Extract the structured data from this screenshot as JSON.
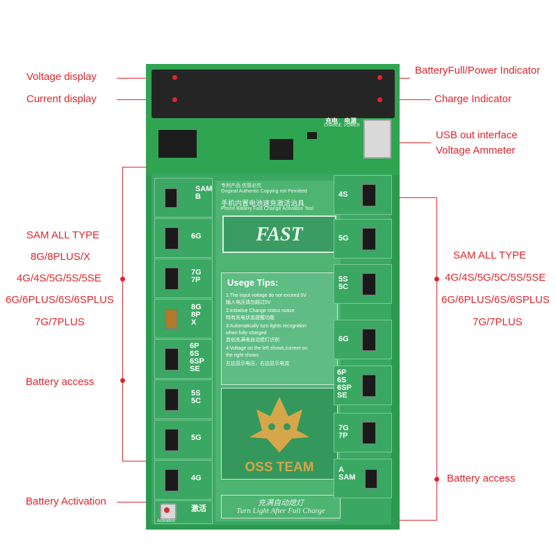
{
  "callouts": {
    "voltage_display": "Voltage display",
    "current_display": "Current display",
    "battery_full_power": "BatteryFull/Power Indicator",
    "charge_indicator": "Charge Indicator",
    "usb_out_line1": "USB out interface",
    "usb_out_line2": "Voltage Ammeter",
    "battery_activation": "Battery Activation",
    "battery_access_left": "Battery access",
    "battery_access_right": "Battery access"
  },
  "left_types": {
    "title": "SAM ALL TYPE",
    "lines": [
      "8G/8PLUS/X",
      "4G/4S/5G/5S/5SE",
      "6G/6PLUS/6S/6SPLUS",
      "7G/7PLUS"
    ]
  },
  "right_types": {
    "title": "SAM ALL TYPE",
    "lines": [
      "4G/4S/5G/5C/5S/5SE",
      "6G/6PLUS/6S/6SPLUS",
      "7G/7PLUS"
    ]
  },
  "board": {
    "header_cn": "专利产品 仿冒必究",
    "header_en": "Original Authentic Copying not Pemitted",
    "title_cn": "手机内置电池速充激活治具",
    "title_en": "Phone Battery Fast Change Activation Tool",
    "fast": "FAST",
    "charge_label": "充电",
    "power_label": "电源",
    "charge_en": "CHARGE",
    "power_en": "POWER",
    "tips_title": "Usege Tips:",
    "tips": [
      "1:The input voltage do not exceed 5V",
      "输入电压请勿超过5V",
      "2:Initiative Change ststus notice",
      "特有充电状态提醒功能",
      "3:Automatically turn lights recognition",
      "when fully charged",
      "首创充满电自动熄灯识别",
      "4:Voltage on the left shows,current on",
      "the right shows",
      "左边显示电压，右边显示电流"
    ],
    "logo_text": "OSS TEAM",
    "bottom_cn": "充满自动熄灯",
    "bottom_en": "Turn Light After Full Charge",
    "activation_cn": "激活",
    "activation_en": "Activation",
    "left_slots": [
      "SAM B",
      "6G",
      "7G 7P",
      "8G 8P X",
      "6P 6S 6SP SE",
      "5S 5C",
      "5G",
      "4G"
    ],
    "right_slots": [
      "4S",
      "5G",
      "5S 5C",
      "6G",
      "6P 6S 6SP SE",
      "7G 7P",
      "A SAM"
    ]
  },
  "colors": {
    "accent": "#e0242c",
    "board_green": "#2c9a4e",
    "logo_gold": "#d5a74a"
  }
}
